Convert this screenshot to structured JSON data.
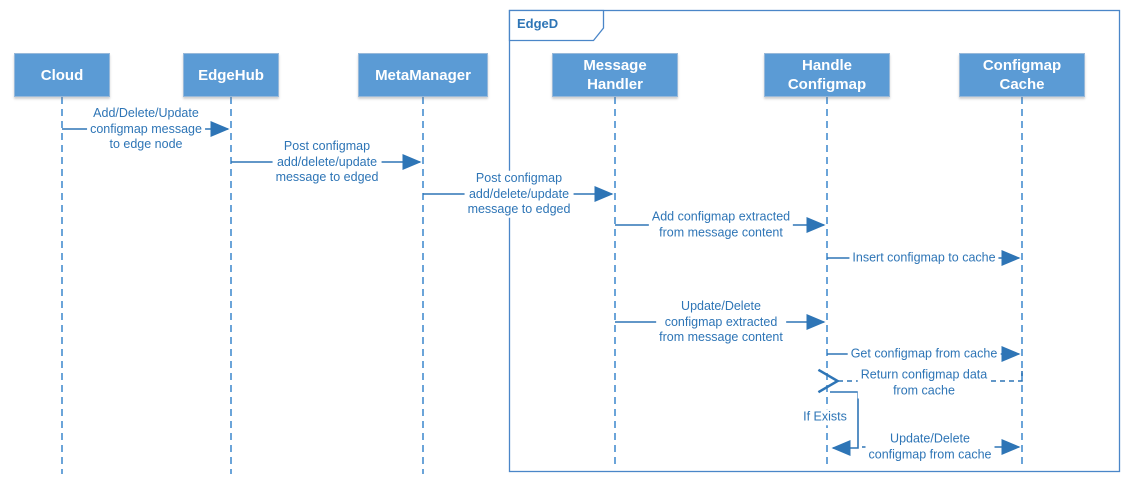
{
  "diagram_type": "uml-sequence-diagram",
  "frame": {
    "label": "EdgeD"
  },
  "participants": [
    {
      "label": "Cloud"
    },
    {
      "label": "EdgeHub"
    },
    {
      "label": "MetaManager"
    },
    {
      "label": "Message Handler"
    },
    {
      "label": "Handle Configmap"
    },
    {
      "label": "Configmap Cache"
    }
  ],
  "messages": [
    {
      "from": "Cloud",
      "to": "EdgeHub",
      "style": "solid",
      "lines": [
        "Add/Delete/Update",
        "configmap message",
        "to edge node"
      ]
    },
    {
      "from": "EdgeHub",
      "to": "MetaManager",
      "style": "solid",
      "lines": [
        "Post configmap",
        "add/delete/update",
        "message to edged"
      ]
    },
    {
      "from": "MetaManager",
      "to": "Message Handler",
      "style": "solid",
      "lines": [
        "Post configmap",
        "add/delete/update",
        "message to edged"
      ]
    },
    {
      "from": "Message Handler",
      "to": "Handle Configmap",
      "style": "solid",
      "lines": [
        "Add configmap extracted",
        "from message content"
      ]
    },
    {
      "from": "Handle Configmap",
      "to": "Configmap Cache",
      "style": "solid",
      "lines": [
        "Insert configmap to cache"
      ]
    },
    {
      "from": "Message Handler",
      "to": "Handle Configmap",
      "style": "solid",
      "lines": [
        "Update/Delete",
        "configmap extracted",
        "from message content"
      ]
    },
    {
      "from": "Handle Configmap",
      "to": "Configmap Cache",
      "style": "solid",
      "lines": [
        "Get configmap from cache"
      ]
    },
    {
      "from": "Configmap Cache",
      "to": "Handle Configmap",
      "style": "dashed-return",
      "lines": [
        "Return configmap data",
        "from cache"
      ]
    },
    {
      "from": "Handle Configmap",
      "to": "Handle Configmap",
      "style": "self-loop",
      "lines": [
        "If Exists"
      ]
    },
    {
      "from": "Handle Configmap",
      "to": "Configmap Cache",
      "style": "solid",
      "lines": [
        "Update/Delete",
        "configmap from cache"
      ]
    }
  ],
  "colors": {
    "node_fill": "#5b9bd5",
    "node_text": "#ffffff",
    "message_line": "#2e75b6",
    "message_text": "#2e75b6",
    "lifeline": "#5b9bd5",
    "frame_border": "#4a86c8"
  }
}
